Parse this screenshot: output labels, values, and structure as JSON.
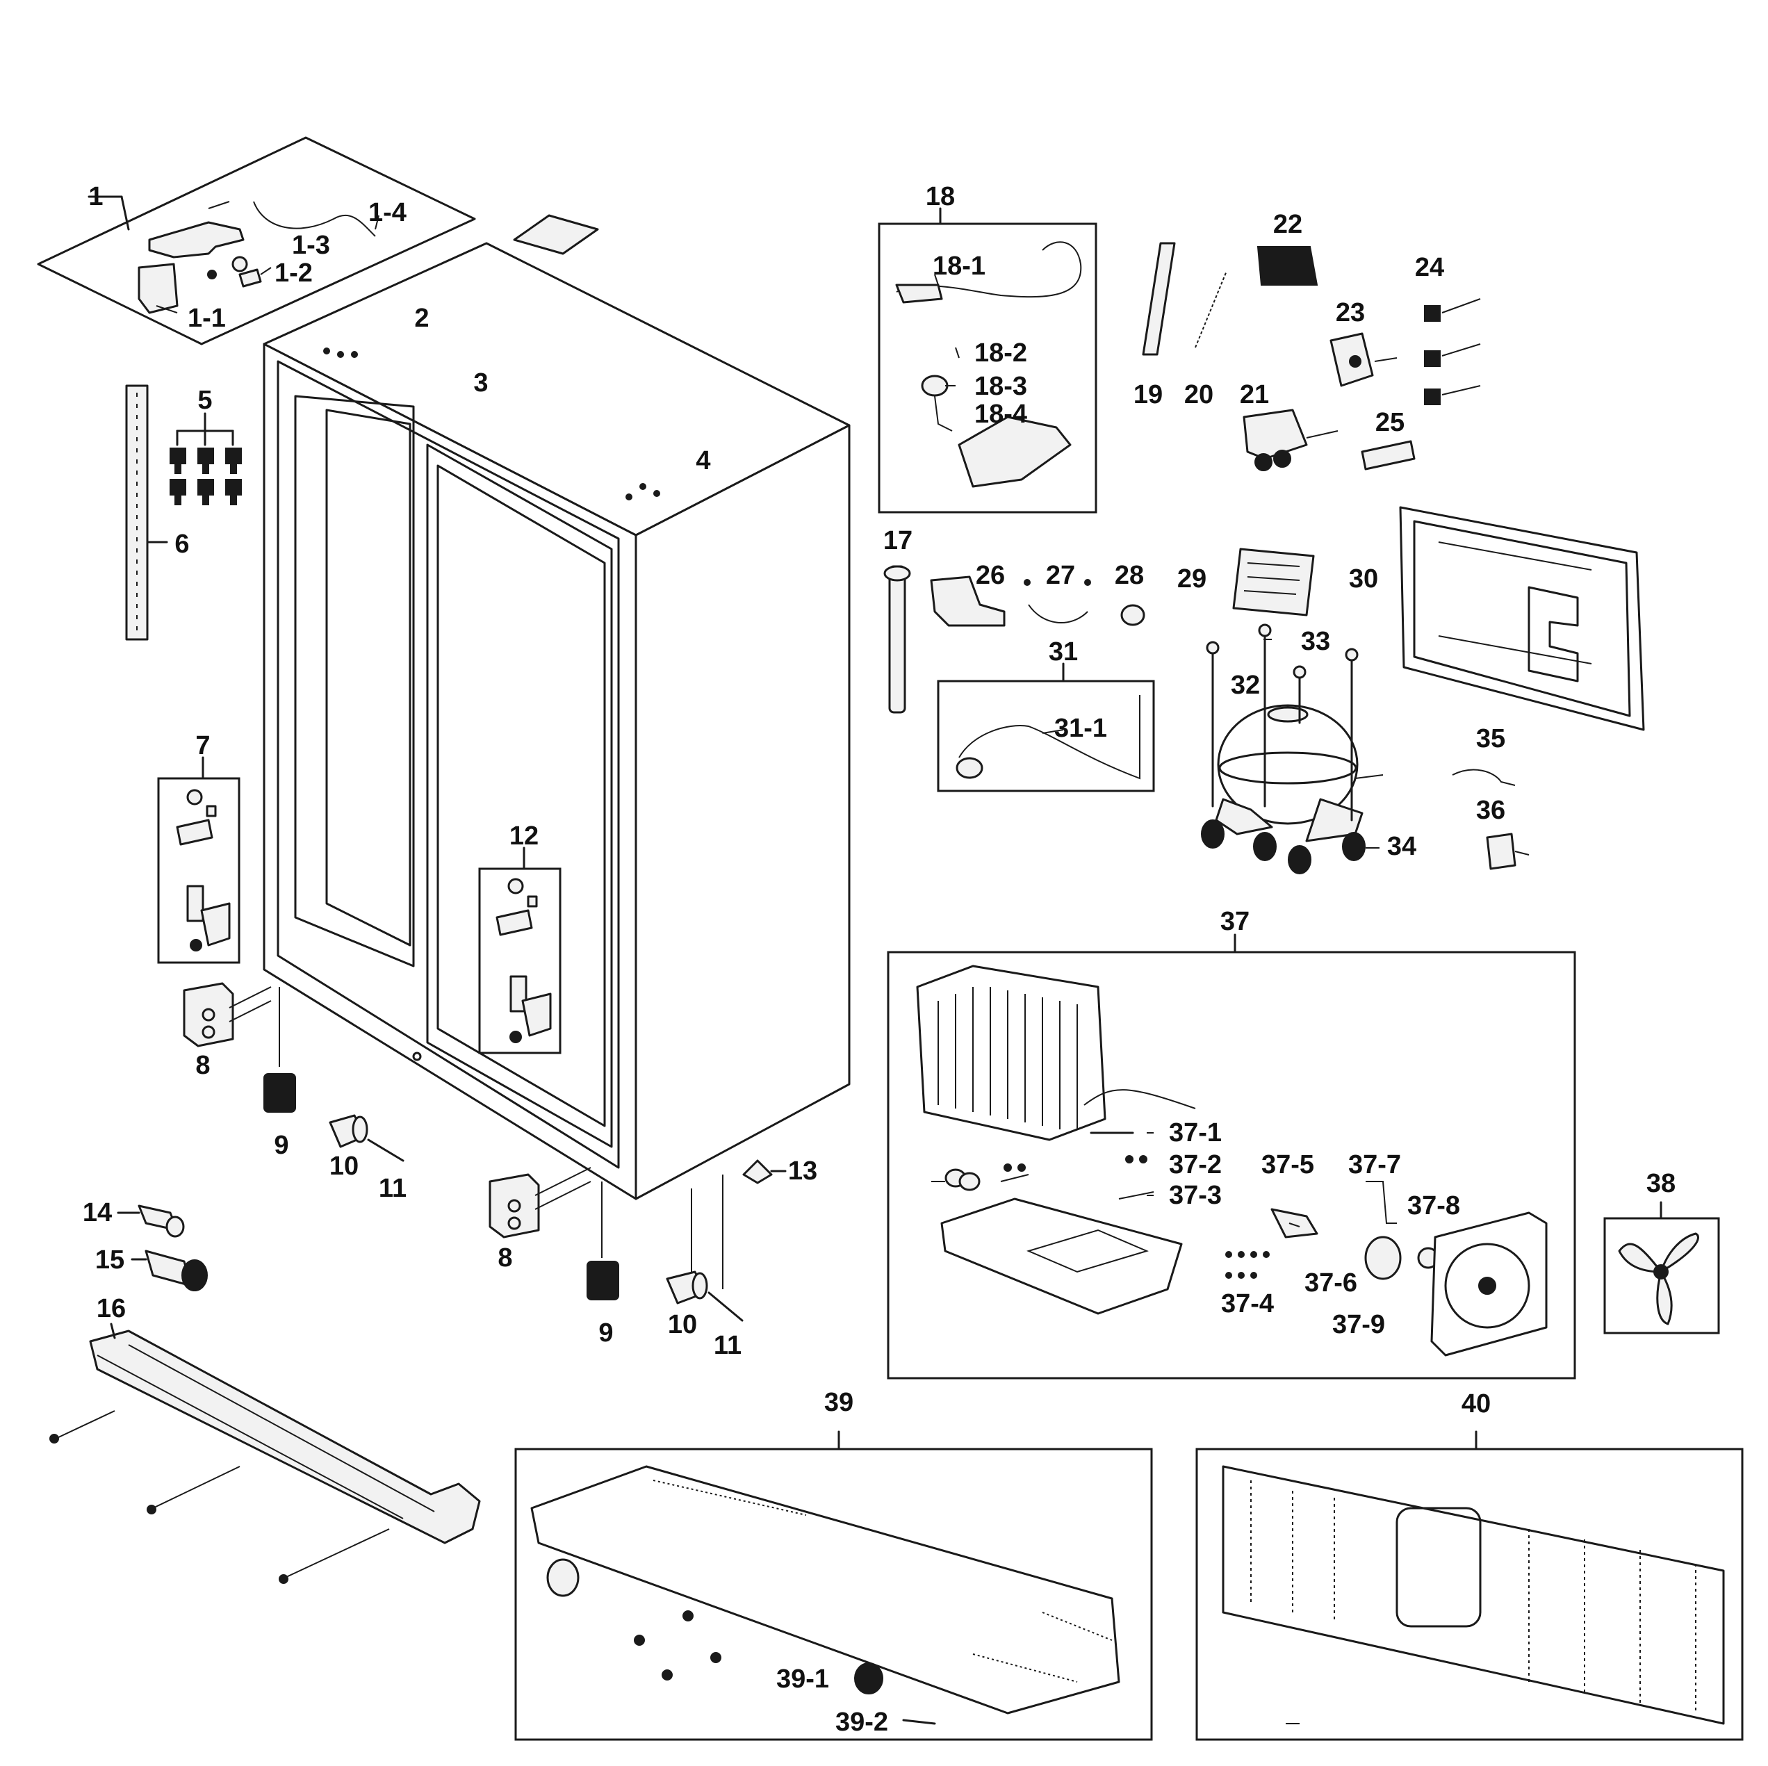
{
  "labels": {
    "p1": "1",
    "p1_1": "1-1",
    "p1_2": "1-2",
    "p1_3": "1-3",
    "p1_4": "1-4",
    "p2": "2",
    "p3": "3",
    "p4": "4",
    "p5": "5",
    "p6": "6",
    "p7": "7",
    "p8a": "8",
    "p8b": "8",
    "p9a": "9",
    "p9b": "9",
    "p10a": "10",
    "p10b": "10",
    "p11a": "11",
    "p11b": "11",
    "p12": "12",
    "p13": "13",
    "p14": "14",
    "p15": "15",
    "p16": "16",
    "p17": "17",
    "p18": "18",
    "p18_1": "18-1",
    "p18_2": "18-2",
    "p18_3": "18-3",
    "p18_4": "18-4",
    "p19": "19",
    "p20": "20",
    "p21": "21",
    "p22": "22",
    "p23": "23",
    "p24": "24",
    "p25": "25",
    "p26": "26",
    "p27": "27",
    "p28": "28",
    "p29": "29",
    "p30": "30",
    "p31": "31",
    "p31_1": "31-1",
    "p32": "32",
    "p33": "33",
    "p34": "34",
    "p35": "35",
    "p36": "36",
    "p37": "37",
    "p37_1": "37-1",
    "p37_2": "37-2",
    "p37_3": "37-3",
    "p37_4": "37-4",
    "p37_5": "37-5",
    "p37_6": "37-6",
    "p37_7": "37-7",
    "p37_8": "37-8",
    "p37_9": "37-9",
    "p38": "38",
    "p39": "39",
    "p39_1": "39-1",
    "p39_2": "39-2",
    "p40": "40"
  }
}
